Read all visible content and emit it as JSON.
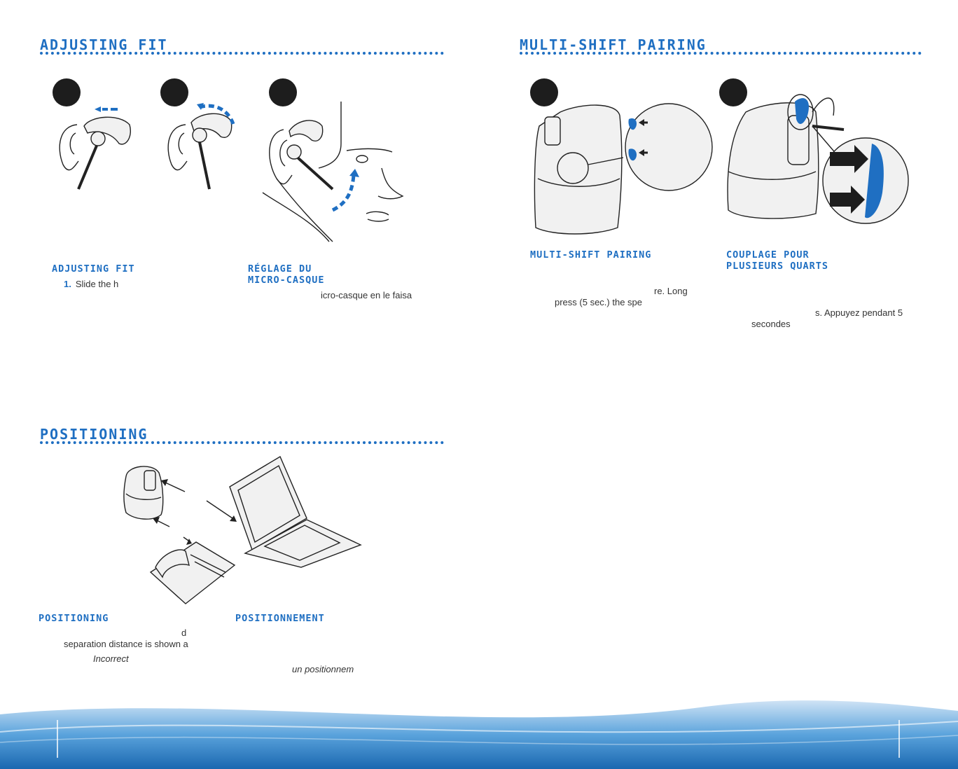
{
  "left": {
    "adjusting": {
      "title": "ADJUSTING FIT",
      "sub_en": "ADJUSTING FIT",
      "sub_fr_line1": "RÉGLAGE DU",
      "sub_fr_line2": "MICRO-CASQUE",
      "step1_num": "1.",
      "step1_text": "Slide the h",
      "fr_fragment": "icro-casque en le faisa"
    },
    "positioning": {
      "title": "POSITIONING",
      "sub_en": "POSITIONING",
      "sub_fr": "POSITIONNEMENT",
      "frag_d": "d",
      "frag_sep": "separation distance is shown a",
      "frag_incorrect": "Incorrect",
      "frag_fr": "un positionnem"
    }
  },
  "right": {
    "pairing": {
      "title": "MULTI-SHIFT PAIRING",
      "sub_en": "MULTI-SHIFT PAIRING",
      "sub_fr_line1": "COUPLAGE POUR",
      "sub_fr_line2": "PLUSIEURS QUARTS",
      "en_frag1": "re. Long",
      "en_frag2": "press (5 sec.) the spe",
      "fr_frag1": "s. Appuyez pendant 5",
      "fr_frag2": "secondes"
    }
  },
  "colors": {
    "accent": "#1f6fc2",
    "step_circle": "#1d1d1d"
  }
}
